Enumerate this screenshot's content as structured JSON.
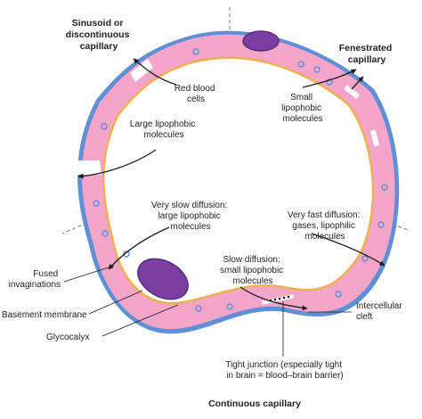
{
  "diagram": {
    "sections": {
      "sinusoid_line1": "Sinusoid or",
      "sinusoid_line2": "discontinuous",
      "sinusoid_line3": "capillary",
      "fenestrated_line1": "Fenestrated",
      "fenestrated_line2": "capillary",
      "continuous": "Continuous capillary"
    },
    "labels": {
      "red_blood_line1": "Red blood",
      "red_blood_line2": "cells",
      "large_lipo_line1": "Large lipophobic",
      "large_lipo_line2": "molecules",
      "small_lipo_line1": "Small",
      "small_lipo_line2": "lipophobic",
      "small_lipo_line3": "molecules",
      "very_slow_line1": "Very slow diffusion:",
      "very_slow_line2": "large lipophobic",
      "very_slow_line3": "molecules",
      "very_fast_line1": "Very fast diffusion:",
      "very_fast_line2": "gases, lipophilic",
      "very_fast_line3": "molecules",
      "slow_line1": "Slow diffusion:",
      "slow_line2": "small lipophobic",
      "slow_line3": "molecules",
      "fused_line1": "Fused",
      "fused_line2": "invaginations",
      "basement": "Basement membrane",
      "glycocalyx": "Glycocalyx",
      "intercell_line1": "Intercellular",
      "intercell_line2": "cleft",
      "tight_line1": "Tight junction (especially tight",
      "tight_line2": "in brain = blood–brain barrier)"
    },
    "colors": {
      "endothelium": "#f4a6c8",
      "endothelium_dark": "#e884b0",
      "basement_membrane": "#5f8fd6",
      "glycocalyx": "#f0b050",
      "nucleus": "#7a3fa0",
      "nucleus_outline": "#5a2a80",
      "arrow": "#1a1a1a",
      "divider": "#777777"
    }
  }
}
